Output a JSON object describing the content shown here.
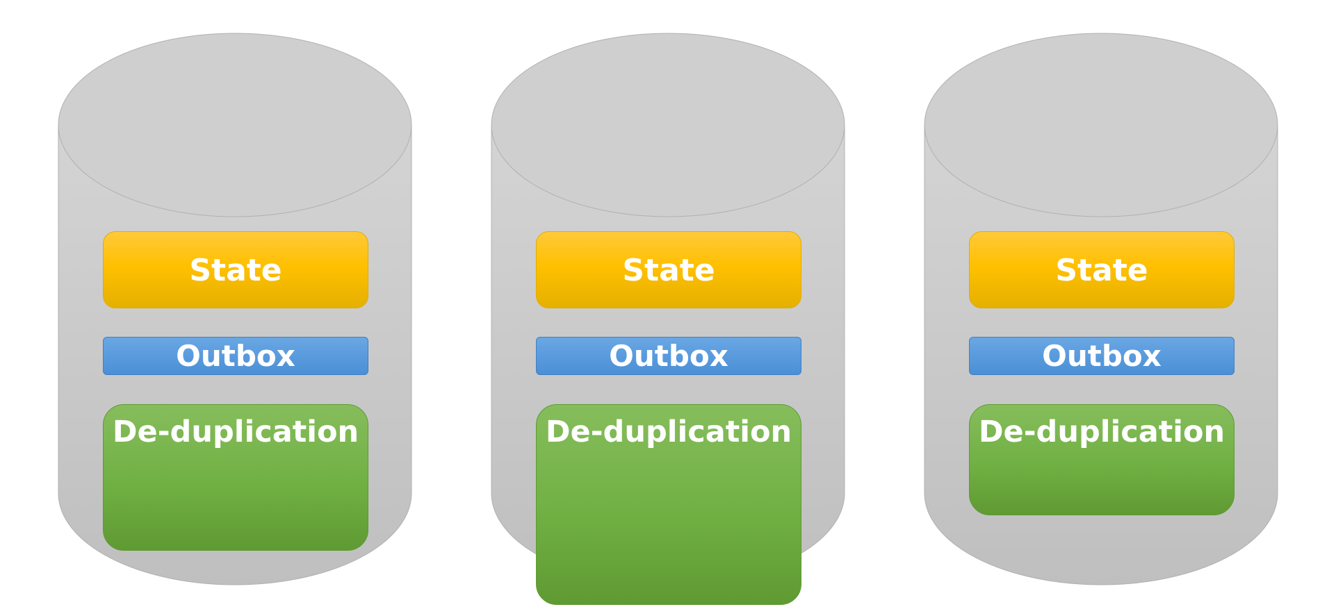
{
  "diagram": {
    "colors": {
      "cylinder": "#cfcfcf",
      "state": "#ffc000",
      "outbox": "#4a8fd6",
      "deduplication": "#70ad47",
      "label": "#ffffff"
    },
    "databases": [
      {
        "state_label": "State",
        "outbox_label": "Outbox",
        "dedup_label": "De-duplication"
      },
      {
        "state_label": "State",
        "outbox_label": "Outbox",
        "dedup_label": "De-duplication"
      },
      {
        "state_label": "State",
        "outbox_label": "Outbox",
        "dedup_label": "De-duplication"
      }
    ]
  }
}
